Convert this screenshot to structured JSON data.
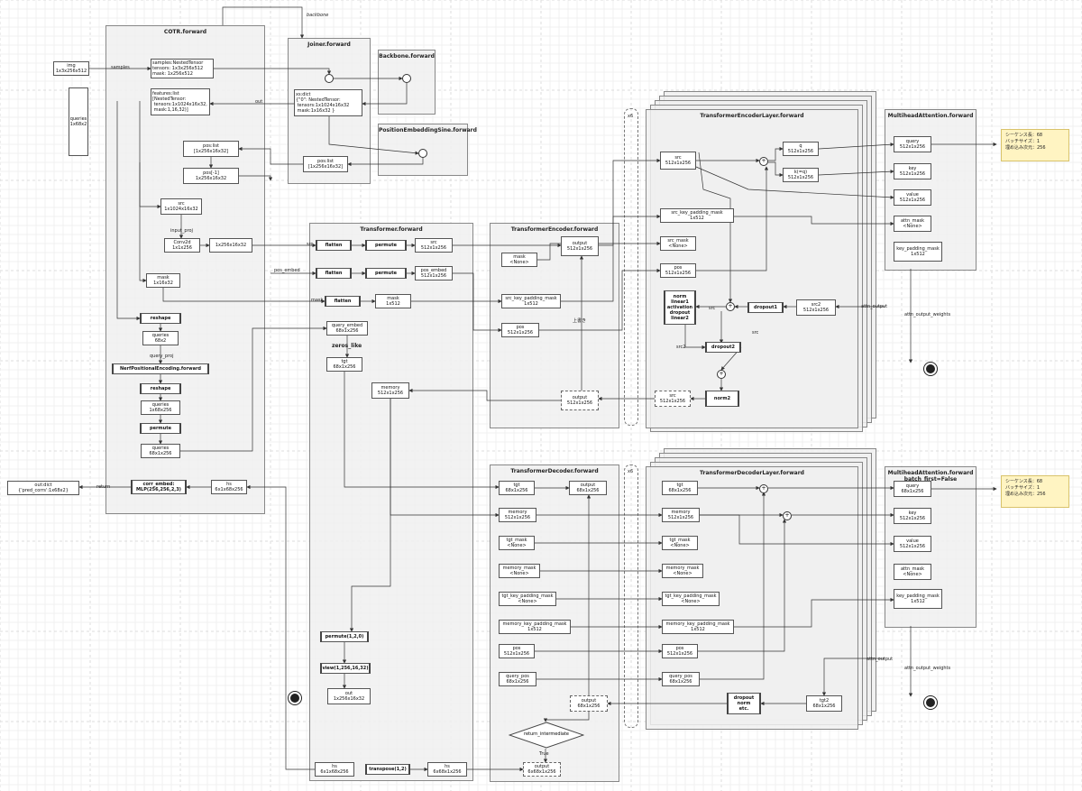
{
  "frames": {
    "cotr": "COTR.forward",
    "joiner": "Joiner.forward",
    "backbone": "Backbone.forward",
    "posemb": "PositionEmbeddingSine.forward",
    "transformer": "Transformer.forward",
    "enc": "TransformerEncoder.forward",
    "enclayer": "TransformerEncoderLayer.forward",
    "mha1": "MultiheadAttention.forward",
    "dec": "TransformerDecoder.forward",
    "declayer": "TransformerDecoderLayer.forward",
    "mha2": "MultiheadAttention.forward\nbatch_first=False"
  },
  "nodes": {
    "img": "img\n1x3x256x512",
    "queries_in": "queries\n1x68x2",
    "out_dict": "out:dict\n{'pred_corrs':1x68x2}",
    "samples": "samples:NestedTensor\ntensors: 1x3x256x512\nmask: 1x256x512",
    "features": "features:list\n[NestedTensor:\n tensors:1x1024x16x32,\n mask:1,16,32)]",
    "pos_list": "pos:list\n[1x256x16x32]",
    "pos_m1": "pos[-1]\n1x256x16x32",
    "src_cotr": "src\n1x1024x16x32",
    "conv2d": "Conv2d\n1x1x256",
    "c_256": "1x256x16x32",
    "mask_cotr": "mask\n1x16x32",
    "reshape1": "reshape",
    "queries68": "queries\n68x2",
    "nerf": "NerfPositionalEncoding.forward",
    "reshape2": "reshape",
    "queries_1": "queries\n1x68x256",
    "permute_c": "permute",
    "queries_68": "queries\n68x1x256",
    "corr_embed": "corr_embed:\nMLP(256,256,2,3)",
    "hs_cotr": "hs\n6x1x68x256",
    "xs_dict": "xs:dict\n{\"0\": NestedTensor:\n tensors:1x1024x16x32\n mask:1x16x32 }",
    "pos_joiner": "pos:list\n[1x256x16x32]",
    "flatten1": "flatten",
    "permute1": "permute",
    "src_t": "src\n512x1x256",
    "flatten2": "flatten",
    "permute2": "permute",
    "pos_embed": "pos_embed\n512x1x256",
    "flatten3": "flatten",
    "mask_t": "mask\n1x512",
    "query_embed": "query_embed\n68x1x256",
    "zeros_like": "zeros_like",
    "tgt_t": "tgt\n68x1x256",
    "memory_t": "memory\n512x1x256",
    "permute120": "permute(1,2,0)",
    "view": "view(1,256,16,32)",
    "out_t": "out\n1x256x16x32",
    "hs_t1": "hs\n6x1x68x256",
    "transpose": "transpose(1,2)",
    "hs_t2": "hs\n6x68x1x256",
    "enc_output": "output\n512x1x256",
    "enc_mask": "mask\n<None>",
    "enc_skpm": "src_key_padding_mask\n1x512",
    "enc_pos": "pos\n512x1x256",
    "enc_output2": "output\n512x1x256",
    "el_src": "src\n512x1x256",
    "el_q": "q\n512x1x256",
    "el_k": "k(=q)\n512x1x256",
    "el_skpm": "src_key_padding_mask\n1x512",
    "el_srcmask": "src_mask\n<None>",
    "el_pos": "pos\n512x1x256",
    "el_norm": "norm\nlinear1\nactivation\ndropout\nlinear2",
    "el_dropout1": "dropout1",
    "el_src2": "src2\n512x1x256",
    "el_dropout2": "dropout2",
    "el_norm2": "norm2",
    "el_src_out": "src\n512x1x256",
    "m1_query": "query\n512x1x256",
    "m1_key": "key\n512x1x256",
    "m1_value": "value\n512x1x256",
    "m1_attn": "attn_mask\n<None>",
    "m1_kpm": "key_padding_mask\n1x512",
    "dec_tgt": "tgt\n68x1x256",
    "dec_output": "output\n68x1x256",
    "dec_memory": "memory\n512x1x256",
    "dec_tgtmask": "tgt_mask\n<None>",
    "dec_memmask": "memory_mask\n<None>",
    "dec_tkpm": "tgt_key_padding_mask\n<None>",
    "dec_mkpm": "memory_key_padding_mask\n1x512",
    "dec_pos": "pos\n512x1x256",
    "dec_qpos": "query_pos\n68x1x256",
    "dec_output2": "output\n68x1x256",
    "dec_output3": "output\n6x68x1x256",
    "dl_tgt": "tgt\n68x1x256",
    "dl_memory": "memory\n512x1x256",
    "dl_tgtmask": "tgt_mask\n<None>",
    "dl_memmask": "memory_mask\n<None>",
    "dl_tkpm": "tgt_key_padding_mask\n<None>",
    "dl_mkpm": "memory_key_padding_mask\n1x512",
    "dl_pos": "pos\n512x1x256",
    "dl_qpos": "query_pos\n68x1x256",
    "dl_dropout": "dropout\nnorm\netc.",
    "dl_tgt2": "tgt2\n68x1x256",
    "m2_query": "query\n68x1x256",
    "m2_key": "key\n512x1x256",
    "m2_value": "value\n512x1x256",
    "m2_attn": "attn_mask\n<None>",
    "m2_kpm": "key_padding_mask\n1x512"
  },
  "labels": {
    "backbone": "backbone",
    "samples": "samples",
    "out": "out",
    "input_proj": "input_proj",
    "query_proj": "query_proj",
    "pos_embed": "pos_embed",
    "mask": "mask",
    "src": "src",
    "return": "return",
    "x6_enc": "x6",
    "x6_dec": "x6",
    "uwagaki": "上書き",
    "src_a": "src",
    "src_b": "src",
    "src2": "src2",
    "attn_output1": "attn_output",
    "attn_output_weights1": "attn_output_weights",
    "attn_output2": "attn_output",
    "attn_output_weights2": "attn_output_weights",
    "true": "True",
    "return_intermediate": "return_intermediate"
  },
  "notes": {
    "note1": "シーケンス長：68\nバッチサイズ：1\n埋め込み次元：256",
    "note2": "シーケンス長：68\nバッチサイズ：1\n埋め込み次元：256"
  }
}
